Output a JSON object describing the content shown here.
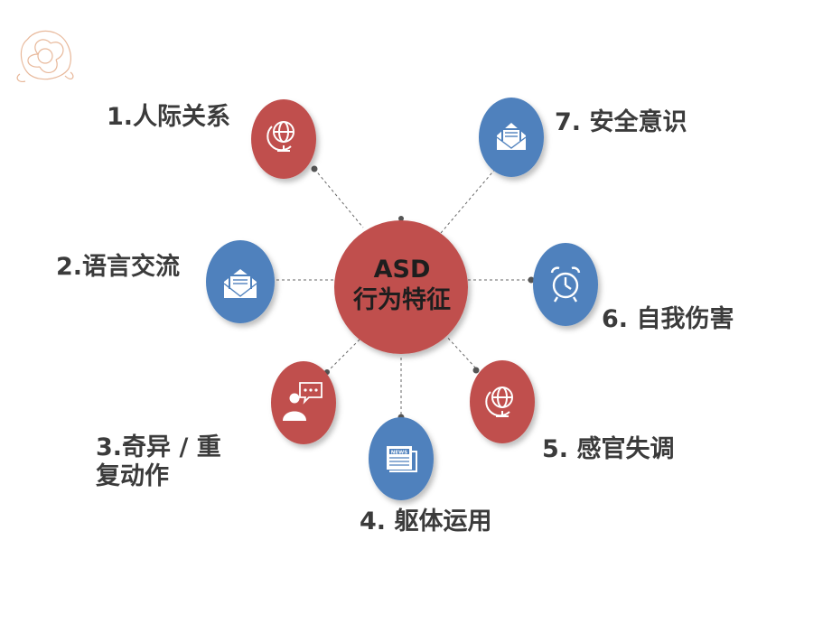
{
  "center": {
    "line1": "ASD",
    "line2": "行为特征"
  },
  "nodes": [
    {
      "id": "n1",
      "label": "1.人际关系",
      "icon": "globe-icon",
      "color": "#c0504d"
    },
    {
      "id": "n2",
      "label": "2.语言交流",
      "icon": "envelope-icon",
      "color": "#4f81bd"
    },
    {
      "id": "n3",
      "label_line1": "3.奇异 / 重",
      "label_line2": "复动作",
      "icon": "chat-person-icon",
      "color": "#c0504d"
    },
    {
      "id": "n4",
      "label": "4. 躯体运用",
      "icon": "newspaper-icon",
      "color": "#4f81bd"
    },
    {
      "id": "n5",
      "label": "5. 感官失调",
      "icon": "globe-icon",
      "color": "#c0504d"
    },
    {
      "id": "n6",
      "label": "6. 自我伤害",
      "icon": "alarm-clock-icon",
      "color": "#4f81bd"
    },
    {
      "id": "n7",
      "label": "7. 安全意识",
      "icon": "envelope-icon",
      "color": "#4f81bd"
    }
  ],
  "colors": {
    "red": "#c0504d",
    "blue": "#4f81bd",
    "center": "#c0504d",
    "connector": "#666666",
    "text": "#3b3b3b"
  },
  "decoration": {
    "icon": "rose-icon"
  }
}
